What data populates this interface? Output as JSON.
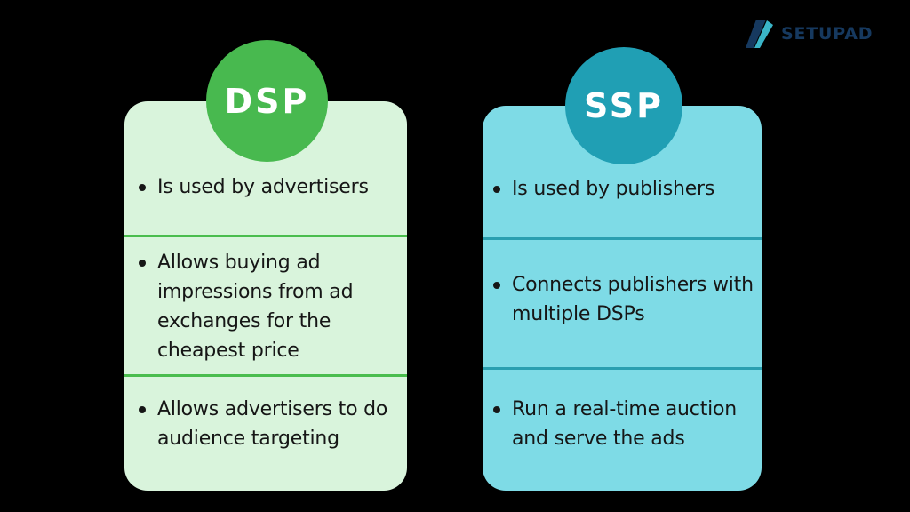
{
  "page": {
    "background_color": "#000000",
    "text_color": "#161616"
  },
  "logo": {
    "brand": "SETUPAD",
    "icon": "setupad-a-icon",
    "navy_color": "#16395f",
    "teal_color": "#3ab5c8"
  },
  "cards": [
    {
      "id": "dsp",
      "title": "DSP",
      "circle_color": "#48b94f",
      "panel_color": "#d9f4dc",
      "divider_color": "#4abd4e",
      "items": [
        "Is used by advertisers",
        "Allows buying ad impressions from ad exchanges for the cheapest price",
        "Allows advertisers to do audience targeting"
      ]
    },
    {
      "id": "ssp",
      "title": "SSP",
      "circle_color": "#209fb4",
      "panel_color": "#7edbe6",
      "divider_color": "#2a9fb0",
      "items": [
        "Is used by publishers",
        "Connects publishers with multiple DSPs",
        "Run a real-time auction and serve the ads"
      ]
    }
  ]
}
